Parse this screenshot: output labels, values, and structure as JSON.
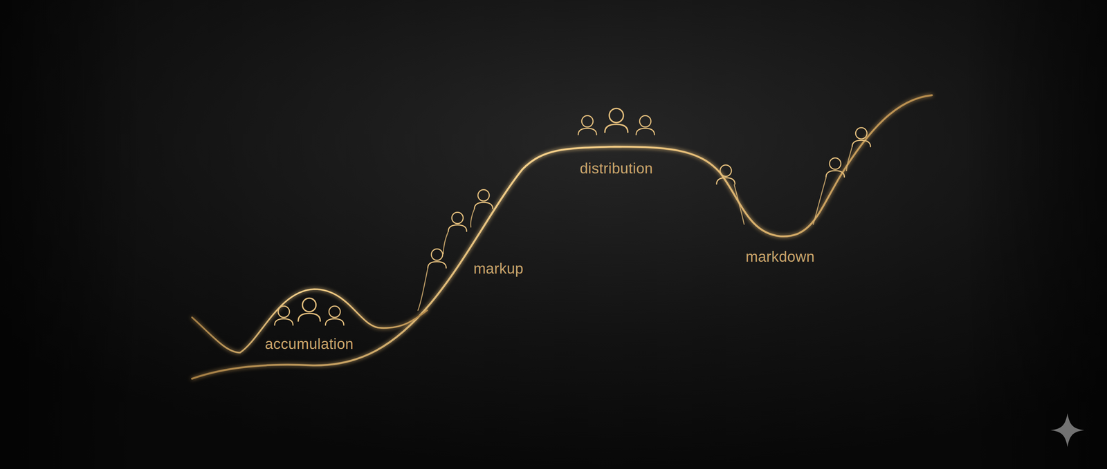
{
  "diagram": {
    "labels": [
      "accumulation",
      "markup",
      "distribution",
      "markdown"
    ]
  }
}
